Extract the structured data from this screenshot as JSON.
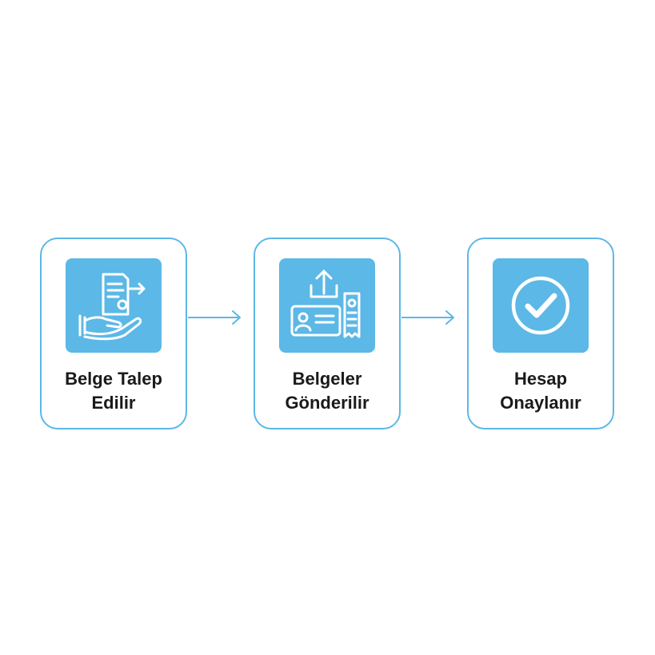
{
  "flow": {
    "steps": [
      {
        "icon": "hand-document-request-icon",
        "label_line1": "Belge Talep",
        "label_line2": "Edilir"
      },
      {
        "icon": "id-card-upload-icon",
        "label_line1": "Belgeler",
        "label_line2": "Gönderilir"
      },
      {
        "icon": "checkmark-circle-icon",
        "label_line1": "Hesap",
        "label_line2": "Onaylanır"
      }
    ],
    "colors": {
      "accent": "#5cb8e6",
      "text": "#1a1a1a",
      "background": "#ffffff"
    }
  }
}
